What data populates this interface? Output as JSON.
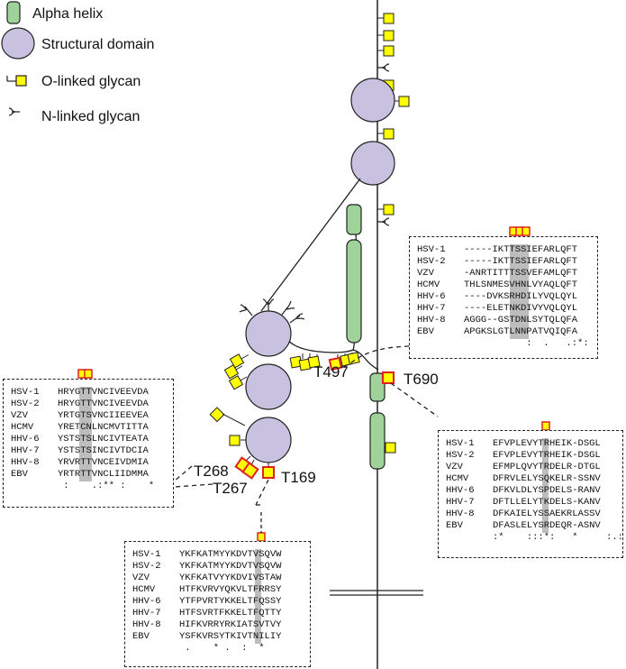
{
  "legend": {
    "helix": "Alpha helix",
    "domain": "Structural domain",
    "oglycan": "O-linked glycan",
    "nglycan": "N-linked glycan"
  },
  "sites": {
    "t497": "T497",
    "t690": "T690",
    "t268": "T268",
    "t267": "T267",
    "t169": "T169"
  },
  "colors": {
    "domain": "#c9c1e0",
    "helix": "#9fd39a",
    "oglycan": "#ffff00",
    "highlight_border": "#e02020"
  },
  "alignments": [
    {
      "id": "t497",
      "rows": [
        {
          "name": "HSV-1",
          "seq": "-----IKTTSSIEFARLQFT"
        },
        {
          "name": "HSV-2",
          "seq": "-----IKTTSSIEFARLQFT"
        },
        {
          "name": "VZV",
          "seq": "-ANRTITTTSSVEFAMLQFT"
        },
        {
          "name": "HCMV",
          "seq": "THLSNMESVHNLVYAQLQFT"
        },
        {
          "name": "HHV-6",
          "seq": "----DVKSRHDILYVQLQYL"
        },
        {
          "name": "HHV-7",
          "seq": "----ELETNKDIVYVQLQYL"
        },
        {
          "name": "HHV-8",
          "seq": "AGGG--GSTDNLSYTQLQFA"
        },
        {
          "name": "EBV",
          "seq": "APGKSLGTLNNPATVQIQFA"
        }
      ],
      "consensus": "           :  .   .:*:"
    },
    {
      "id": "t268",
      "rows": [
        {
          "name": "HSV-1",
          "seq": "HRYGTTVNCIVEEVDA"
        },
        {
          "name": "HSV-2",
          "seq": "HRYGTTVNCIVEEVDA"
        },
        {
          "name": "VZV",
          "seq": "YRTGTSVNCIIEEVEA"
        },
        {
          "name": "HCMV",
          "seq": "YRETCNLNCMVTITTA"
        },
        {
          "name": "HHV-6",
          "seq": "YSTSTSLNCIVTEATA"
        },
        {
          "name": "HHV-7",
          "seq": "YSTSTSINCIVTDCIA"
        },
        {
          "name": "HHV-8",
          "seq": "YRVRTTVNCEIVDMIA"
        },
        {
          "name": "EBV",
          "seq": "YRTRTTVNCLIIDMMA"
        }
      ],
      "consensus": " :    .:** :    *"
    },
    {
      "id": "t690",
      "rows": [
        {
          "name": "HSV-1",
          "seq": "EFVPLEVYTRHEIK-DSGL"
        },
        {
          "name": "HSV-2",
          "seq": "EFVPLEVYTRHEIK-DSGL"
        },
        {
          "name": "VZV",
          "seq": "EFMPLQVYTRDELR-DTGL"
        },
        {
          "name": "HCMV",
          "seq": "DFRVLELYSQKELR-SSNV"
        },
        {
          "name": "HHV-6",
          "seq": "DFKVLDLYSPDELS-RANV"
        },
        {
          "name": "HHV-7",
          "seq": "DFTLLELYTKDELS-KANV"
        },
        {
          "name": "HHV-8",
          "seq": "DFKAIELYSSAEKRLASSV"
        },
        {
          "name": "EBV",
          "seq": "DFASLELYSRDEQR-ASNV"
        }
      ],
      "consensus": ":*    :::*:   *     :.:"
    },
    {
      "id": "t169",
      "rows": [
        {
          "name": "HSV-1",
          "seq": "YKFKATMYYKDVTVSQVW"
        },
        {
          "name": "HSV-2",
          "seq": "YKFKATMYYKDVTVSQVW"
        },
        {
          "name": "VZV",
          "seq": "YKFKATVYYKDVIVSTAW"
        },
        {
          "name": "HCMV",
          "seq": "HTFKVRVYQKVLTFRRSY"
        },
        {
          "name": "HHV-6",
          "seq": "YTFPVRTYKKELTFQSSY"
        },
        {
          "name": "HHV-7",
          "seq": "HTFSVRTFKKELTFQTTY"
        },
        {
          "name": "HHV-8",
          "seq": "HIFKVRRYRKIATSVTVY"
        },
        {
          "name": "EBV",
          "seq": "YSFKVRSYTKIVTNILIY"
        }
      ],
      "consensus": " .    * .  :  *"
    }
  ]
}
